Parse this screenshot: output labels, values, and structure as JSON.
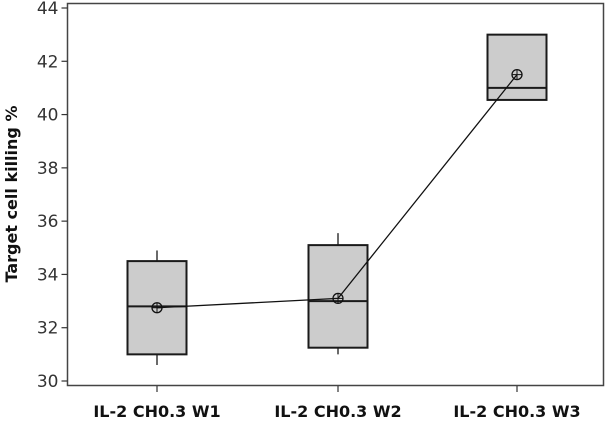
{
  "chart_data": {
    "type": "box",
    "title": "",
    "xlabel": "",
    "ylabel": "Target cell killing %",
    "ylim": [
      30,
      44
    ],
    "yticks": [
      30,
      32,
      34,
      36,
      38,
      40,
      42,
      44
    ],
    "grid": false,
    "legend": null,
    "categories": [
      "IL-2 CH0.3 W1",
      "IL-2 CH0.3 W2",
      "IL-2 CH0.3 W3"
    ],
    "boxes": [
      {
        "category": "IL-2 CH0.3 W1",
        "whisker_low": 30.6,
        "q1": 31.0,
        "median": 32.8,
        "q3": 34.5,
        "whisker_high": 34.9,
        "mean": 32.75
      },
      {
        "category": "IL-2 CH0.3 W2",
        "whisker_low": 31.0,
        "q1": 31.25,
        "median": 33.0,
        "q3": 35.1,
        "whisker_high": 35.55,
        "mean": 33.1
      },
      {
        "category": "IL-2 CH0.3 W3",
        "whisker_low": null,
        "q1": 40.55,
        "median": 41.0,
        "q3": 43.0,
        "whisker_high": null,
        "mean": 41.5
      }
    ],
    "mean_line": {
      "connects": "means",
      "values": [
        32.75,
        33.1,
        41.5
      ]
    },
    "colors": {
      "box_fill": "#cccccc",
      "box_stroke": "#1a1a1a",
      "axis": "#333333"
    }
  }
}
